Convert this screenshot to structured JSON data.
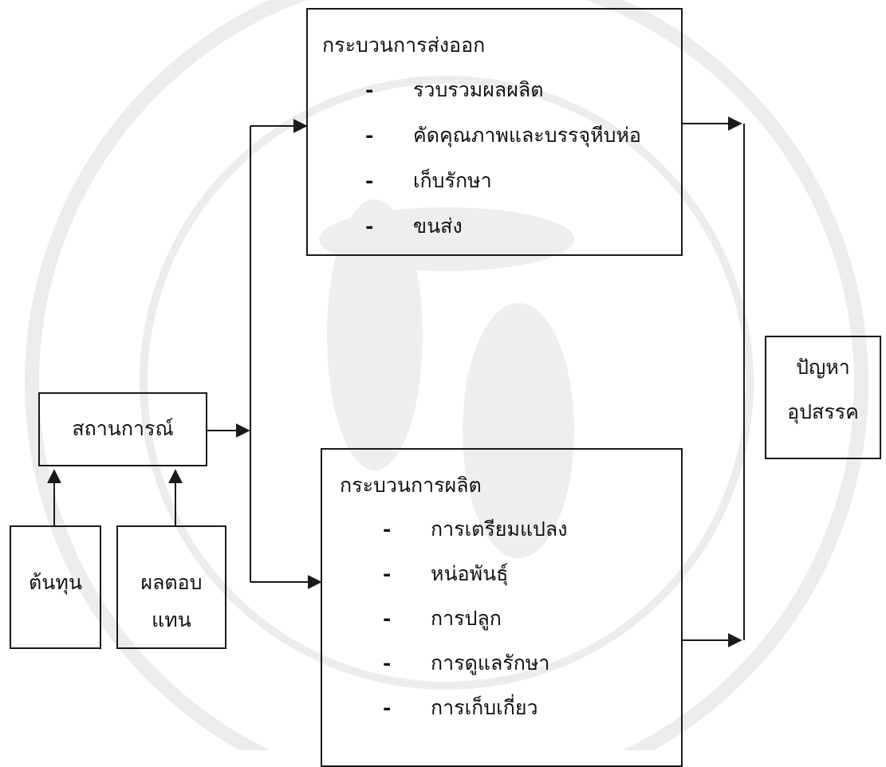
{
  "export_process": {
    "title": "กระบวนการส่งออก",
    "items": [
      "รวบรวมผลผลิต",
      "คัดคุณภาพและบรรจุหีบห่อ",
      "เก็บรักษา",
      "ขนส่ง"
    ]
  },
  "production_process": {
    "title": "กระบวนการผลิต",
    "items": [
      "การเตรียมแปลง",
      "หน่อพันธุ์",
      "การปลูก",
      "การดูแลรักษา",
      "การเก็บเกี่ยว"
    ]
  },
  "situation": {
    "label": "สถานการณ์"
  },
  "cost": {
    "label": "ต้นทุน"
  },
  "returns": {
    "line1": "ผลตอบ",
    "line2": "แทน"
  },
  "problems": {
    "line1": "ปัญหา",
    "line2": "อุปสรรค"
  },
  "bullet": "-",
  "colors": {
    "line": "#1a1a1a",
    "watermark": "#ececec"
  }
}
